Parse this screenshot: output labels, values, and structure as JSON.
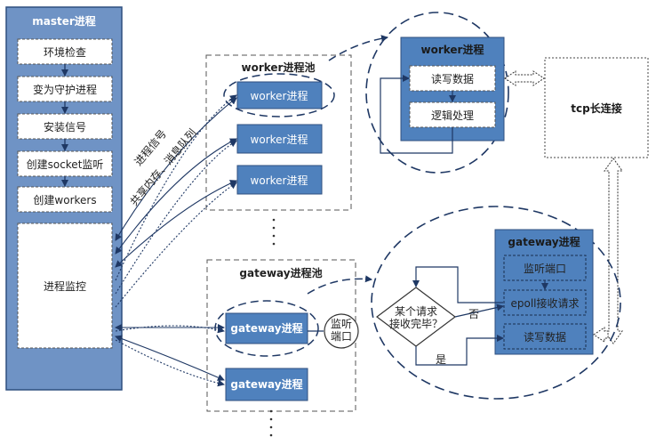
{
  "master": {
    "title": "master进程",
    "steps": [
      "环境检查",
      "变为守护进程",
      "安装信号",
      "创建socket监听",
      "创建workers"
    ],
    "monitor": "进程监控"
  },
  "worker_pool": {
    "title": "worker进程池",
    "workers": [
      "worker进程",
      "worker进程",
      "worker进程"
    ]
  },
  "gateway_pool": {
    "title": "gateway进程池",
    "gateways": [
      "gateway进程",
      "gateway进程"
    ],
    "listen_port": [
      "监听",
      "端口"
    ]
  },
  "comm_labels": {
    "signal": "进程信号",
    "ipc": "共享内存、消息队列"
  },
  "worker_detail": {
    "title": "worker进程",
    "tasks": [
      "读写数据",
      "逻辑处理"
    ]
  },
  "tcp": {
    "label": "tcp长连接"
  },
  "gateway_detail": {
    "title": "gateway进程",
    "tasks": [
      "监听端口",
      "epoll接收请求",
      "读写数据"
    ],
    "decision": [
      "某个请求",
      "接收完毕？"
    ],
    "no_label": "否",
    "yes_label": "是"
  },
  "colors": {
    "box_fill": "#4f81bd",
    "box_stroke": "#2f4f7f",
    "master_fill": "#6f93c5",
    "accent": "#1f3864"
  }
}
